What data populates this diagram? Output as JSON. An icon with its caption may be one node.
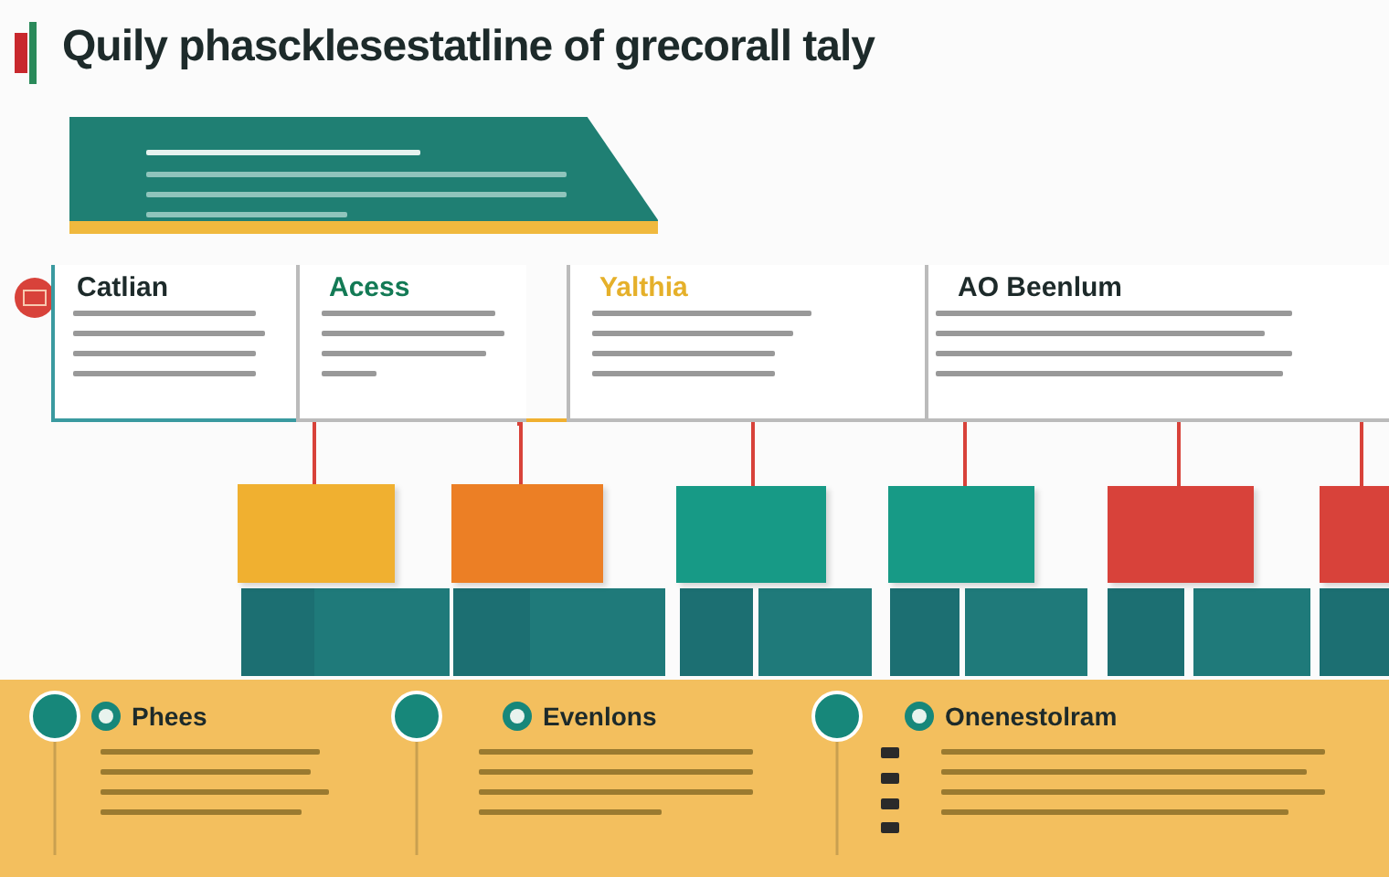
{
  "diagram": {
    "title": "Quily phascklesestatline of grecorall taly",
    "nodes": [
      {
        "text": [],
        "shape": "box"
      },
      {
        "text": [
          "Catlian"
        ]
      },
      {
        "text": [
          "Acess"
        ]
      },
      {
        "text": [
          "Yalthia"
        ]
      },
      {
        "text": [
          "AO Beenlum"
        ]
      },
      {
        "text": [],
        "shape": "box"
      },
      {
        "text": [],
        "shape": "box"
      },
      {
        "text": [],
        "shape": "box"
      },
      {
        "text": [],
        "shape": "box"
      },
      {
        "text": [],
        "shape": "box"
      },
      {
        "text": [],
        "shape": "box"
      },
      {
        "text": [],
        "shape": "bar"
      },
      {
        "text": [
          "Phees"
        ],
        "in": 11
      },
      {
        "text": [
          "Evenlons"
        ],
        "in": 11
      },
      {
        "text": [
          "Onenestolram"
        ],
        "in": 11
      }
    ],
    "edges": [
      {
        "from": 2,
        "to": 5,
        "arrow": "none"
      },
      {
        "from": 2,
        "to": 6,
        "arrow": "none"
      },
      {
        "from": 3,
        "to": 7,
        "arrow": "none"
      },
      {
        "from": 4,
        "to": 8,
        "arrow": "none"
      },
      {
        "from": 4,
        "to": 9,
        "arrow": "none"
      },
      {
        "from": 4,
        "to": 10,
        "arrow": "none"
      },
      {
        "from": 2,
        "to": 3,
        "arrow": "none",
        "color": "#f0b030"
      }
    ]
  }
}
